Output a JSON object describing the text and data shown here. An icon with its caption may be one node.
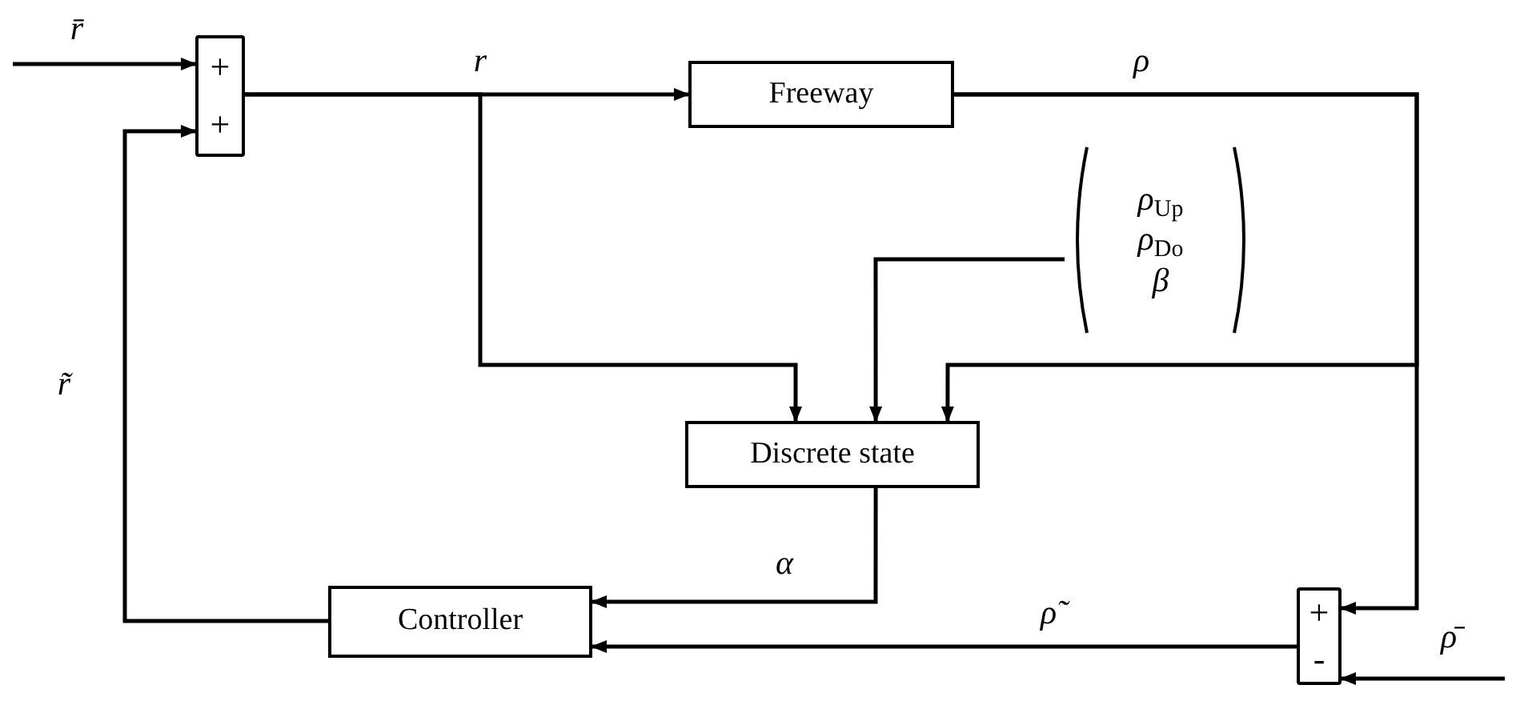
{
  "diagram": {
    "nodes": [
      {
        "text": [
          "+",
          "+"
        ]
      },
      {
        "text": [
          "Freeway"
        ]
      },
      {
        "text": [
          "ρ$_{Up}$",
          "ρ$_{Do}$",
          "β"
        ]
      },
      {
        "text": [
          "Discrete state"
        ]
      },
      {
        "text": [
          "Controller"
        ]
      },
      {
        "text": [
          "+",
          "-"
        ]
      }
    ],
    "edges": [
      {
        "from": null,
        "to": 0,
        "arrow": "to",
        "label": "r̄"
      },
      {
        "from": 0,
        "to": 1,
        "arrow": "to",
        "label": "r"
      },
      {
        "from": 0,
        "to": 3,
        "arrow": "to"
      },
      {
        "from": 1,
        "to": 5,
        "arrow": "to",
        "label": "ρ"
      },
      {
        "from": 1,
        "to": 3,
        "arrow": "to"
      },
      {
        "from": 2,
        "to": 3,
        "arrow": "to"
      },
      {
        "from": 3,
        "to": 4,
        "arrow": "to",
        "label": "α"
      },
      {
        "from": 5,
        "to": 4,
        "arrow": "to",
        "label": "ρ̃"
      },
      {
        "from": null,
        "to": 5,
        "arrow": "to",
        "label": "ρ̄"
      },
      {
        "from": 4,
        "to": 0,
        "arrow": "to",
        "label": "r̃"
      }
    ]
  }
}
